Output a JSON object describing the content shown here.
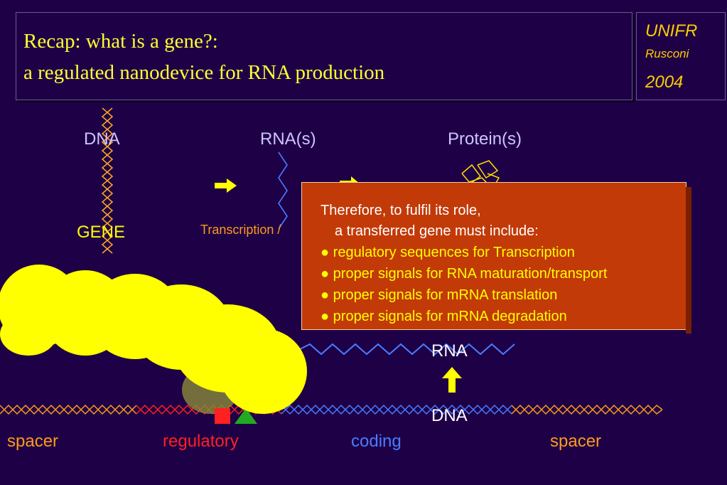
{
  "title": {
    "line1": "Recap: what is a gene?:",
    "line2": "a regulated nanodevice for RNA production"
  },
  "brand": {
    "org": "UNIFR",
    "author": "Rusconi",
    "year": "2004"
  },
  "flow": {
    "dna_label": "DNA",
    "rna_label": "RNA(s)",
    "protein_label": "Protein(s)",
    "gene_label": "GENE",
    "transcription_label": "Transcription /"
  },
  "callout": {
    "line1": "Therefore, to fulfil its role,",
    "line2": "a transferred gene must include:",
    "items": [
      "regulatory sequences for Transcription",
      "proper signals for RNA maturation/transport",
      "proper signals for mRNA translation",
      "proper signals for mRNA degradation"
    ]
  },
  "lower": {
    "rna_label": "RNA",
    "dna_label": "DNA"
  },
  "segments": {
    "spacer_left": "spacer",
    "regulatory": "regulatory",
    "coding": "coding",
    "spacer_right": "spacer"
  },
  "colors": {
    "background": "#1e0047",
    "title": "#ffff33",
    "callout_bg": "#c23a08",
    "regulatory": "#ff2020",
    "coding": "#4a7bff",
    "spacer": "#ff9a1a"
  }
}
